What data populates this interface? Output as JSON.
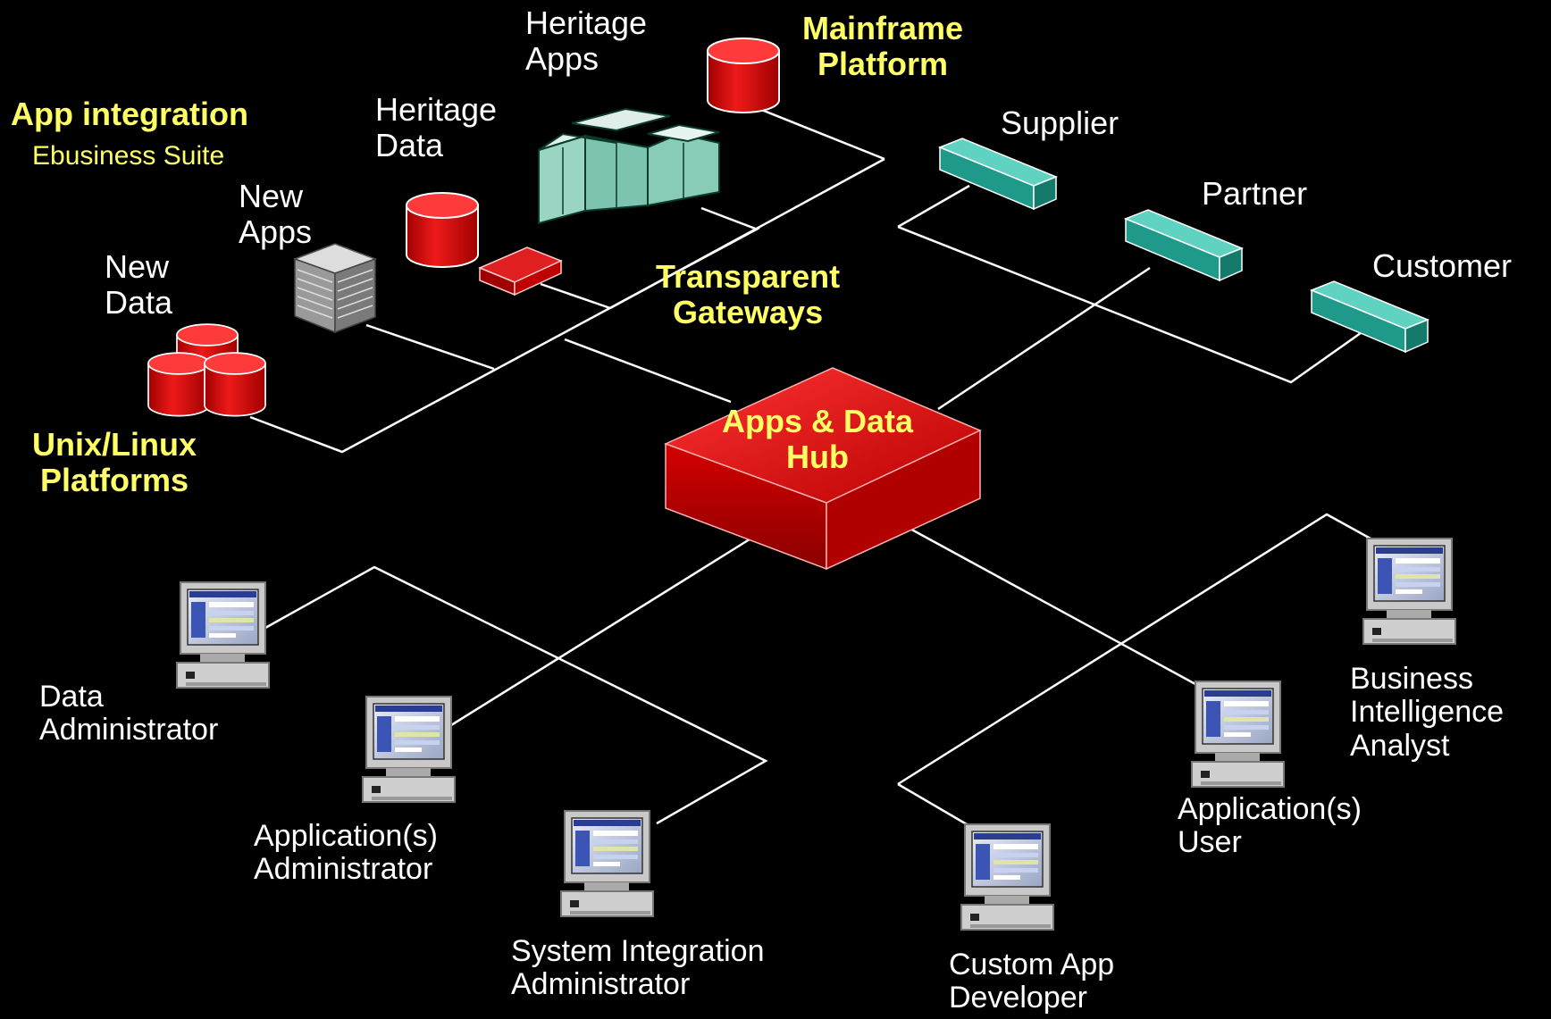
{
  "groups": {
    "mainframe": "Mainframe\nPlatform",
    "app_integration": "App integration",
    "ebusiness_suite": "Ebusiness Suite",
    "unix_linux": "Unix/Linux\nPlatforms",
    "gateways": "Transparent\nGateways",
    "hub": "Apps & Data\nHub"
  },
  "systems": {
    "heritage_apps": "Heritage\nApps",
    "heritage_data": "Heritage\nData",
    "new_apps": "New\nApps",
    "new_data": "New\nData"
  },
  "external": {
    "supplier": "Supplier",
    "partner": "Partner",
    "customer": "Customer"
  },
  "users": {
    "data_admin": "Data\nAdministrator",
    "app_admin": "Application(s)\nAdministrator",
    "sys_int_admin": "System Integration\nAdministrator",
    "custom_dev": "Custom App\nDeveloper",
    "app_user": "Application(s)\nUser",
    "bi_analyst": "Business\nIntelligence\nAnalyst"
  },
  "colors": {
    "background": "#000000",
    "link": "#ffffff",
    "hub": "#cc0000",
    "database": "#dd0000",
    "external_box": "#2aa89a",
    "highlight_text": "#ffff66"
  }
}
